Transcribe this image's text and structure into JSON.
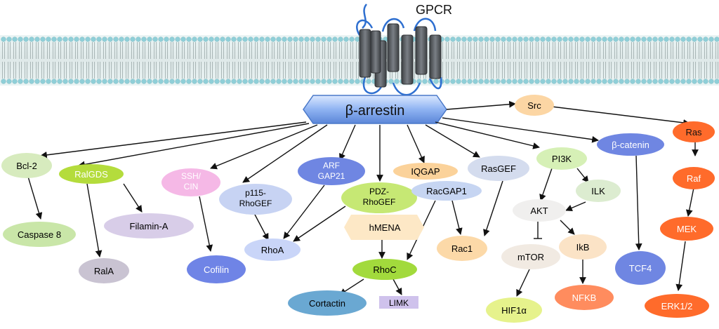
{
  "title": "GPCR",
  "hub": {
    "label": "β-arrestin"
  },
  "nodes": {
    "src": "Src",
    "ras": "Ras",
    "raf": "Raf",
    "mek": "MEK",
    "erk": "ERK1/2",
    "bcl2": "Bcl-2",
    "caspase8": "Caspase 8",
    "ralgds": "RalGDS",
    "ralA": "RalA",
    "filaminA": "Filamin-A",
    "ssh_line1": "SSH/",
    "ssh_line2": "CIN",
    "cofilin": "Cofilin",
    "p115_line1": "p115-",
    "p115_line2": "RhoGEF",
    "rhoA": "RhoA",
    "arf_line1": "ARF",
    "arf_line2": "GAP21",
    "pdz_line1": "PDZ-",
    "pdz_line2": "RhoGEF",
    "hmena": "hMENA",
    "rhoC": "RhoC",
    "cortactin": "Cortactin",
    "limk": "LIMK",
    "iqgap": "IQGAP",
    "racgap1": "RacGAP1",
    "rasgef": "RasGEF",
    "rac1": "Rac1",
    "pi3k": "PI3K",
    "ilk": "ILK",
    "akt": "AKT",
    "mtor": "mTOR",
    "ikb": "IkB",
    "hif1a": "HIF1α",
    "nfkb": "NFKB",
    "bcatenin": "β-catenin",
    "tcf4": "TCF4"
  },
  "colors": {
    "membrane_head": "#8fcfd8",
    "membrane_tail": "#9aa8a8",
    "helix": "#5a5e63",
    "loop": "#2e6fd0",
    "hub": "#5b8fe2",
    "orange": "#ff6b2b",
    "green": "#b5e27a",
    "mint": "#cfe8a8",
    "lavender": "#c9b8e6",
    "blue": "#6d86de"
  }
}
